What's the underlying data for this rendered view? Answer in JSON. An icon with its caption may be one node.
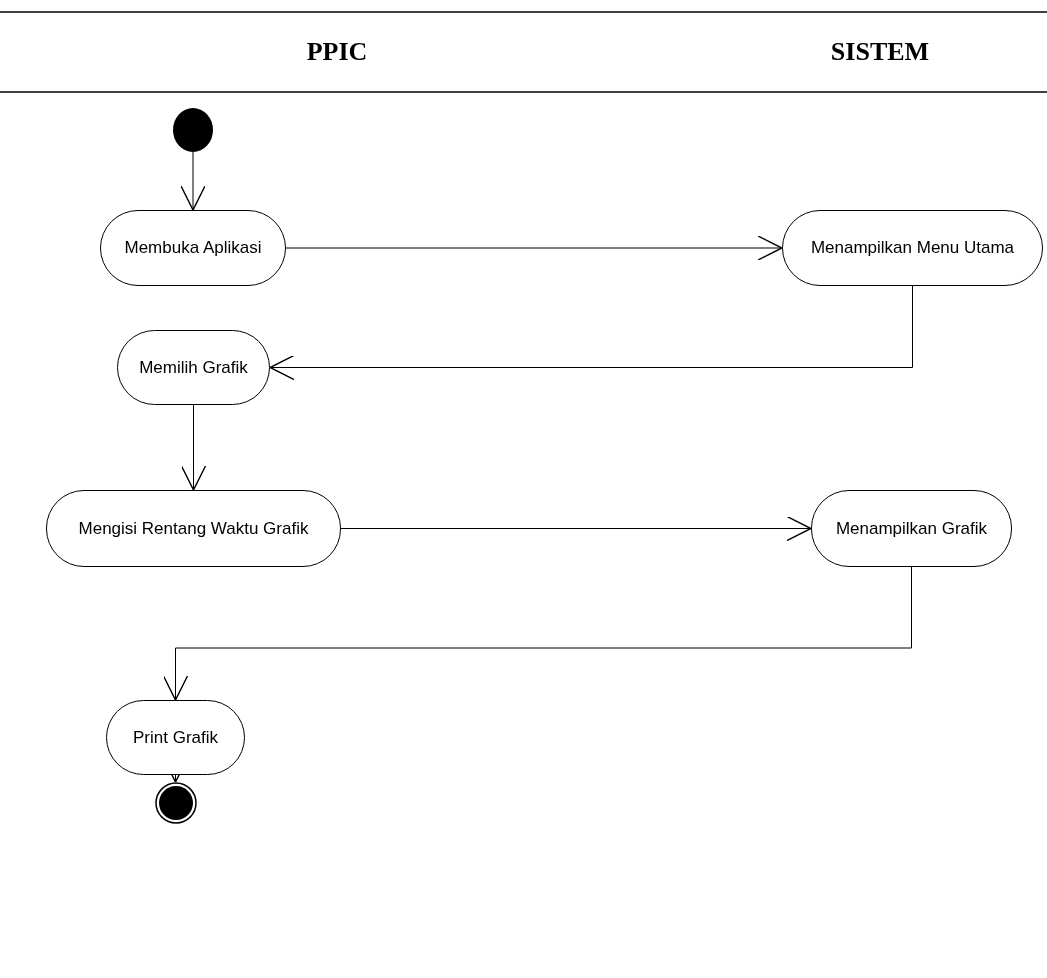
{
  "diagram": {
    "nodes": [
      {
        "text": [],
        "shape": "circle"
      },
      {
        "text": [
          "Membuka Aplikasi"
        ]
      },
      {
        "text": [
          "Menampilkan Menu Utama"
        ]
      },
      {
        "text": [
          "Memilih Grafik"
        ]
      },
      {
        "text": [
          "Mengisi Rentang Waktu Grafik"
        ]
      },
      {
        "text": [
          "Menampilkan Grafik"
        ]
      },
      {
        "text": [
          "Print Grafik"
        ]
      },
      {
        "text": [],
        "shape": "circle"
      }
    ],
    "edges": [
      {
        "from": 0,
        "to": 1,
        "arrow": "to"
      },
      {
        "from": 1,
        "to": 2,
        "arrow": "to"
      },
      {
        "from": 2,
        "to": 3,
        "arrow": "to"
      },
      {
        "from": 3,
        "to": 4,
        "arrow": "to"
      },
      {
        "from": 4,
        "to": 5,
        "arrow": "to"
      },
      {
        "from": 5,
        "to": 6,
        "arrow": "to"
      },
      {
        "from": 6,
        "to": 7,
        "arrow": "to"
      }
    ],
    "labels": [
      "PPIC",
      "SISTEM"
    ]
  }
}
